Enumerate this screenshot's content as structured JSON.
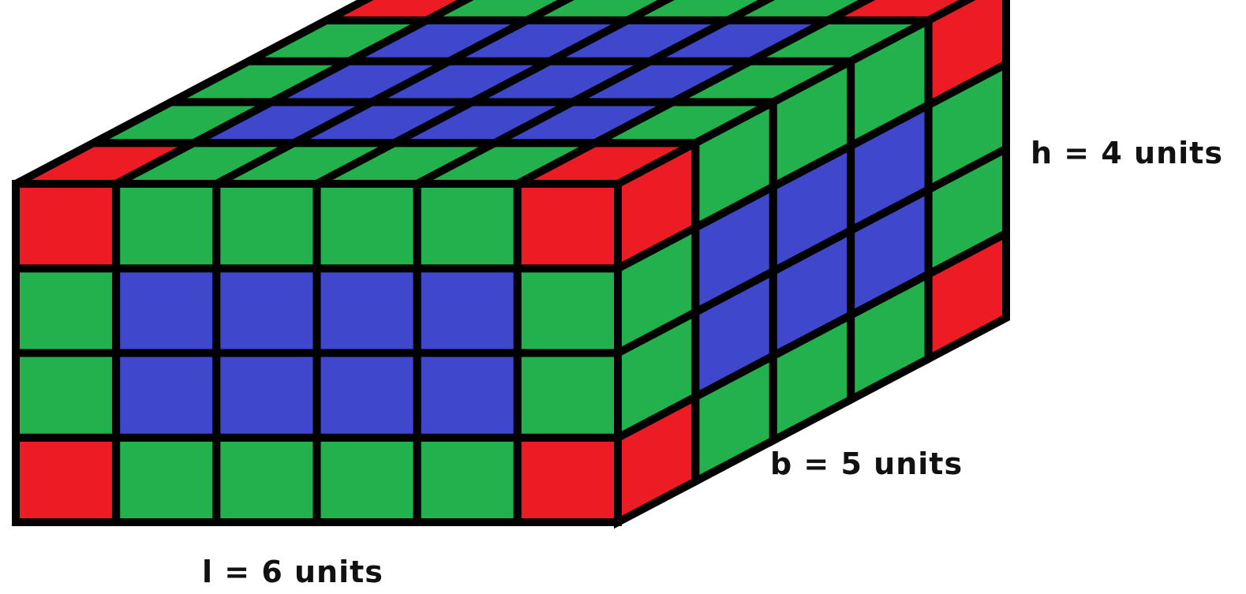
{
  "dimensions": {
    "height": {
      "text": "h = 4 units",
      "value": 4
    },
    "breadth": {
      "text": "b = 5 units",
      "value": 5
    },
    "length": {
      "text": "l = 6 units",
      "value": 6
    }
  },
  "colors": {
    "corner": "#ed1c24",
    "edge": "#22b14c",
    "face": "#3f48cc",
    "grid": "#000000"
  },
  "cube_categories": [
    "corner",
    "edge",
    "face"
  ]
}
